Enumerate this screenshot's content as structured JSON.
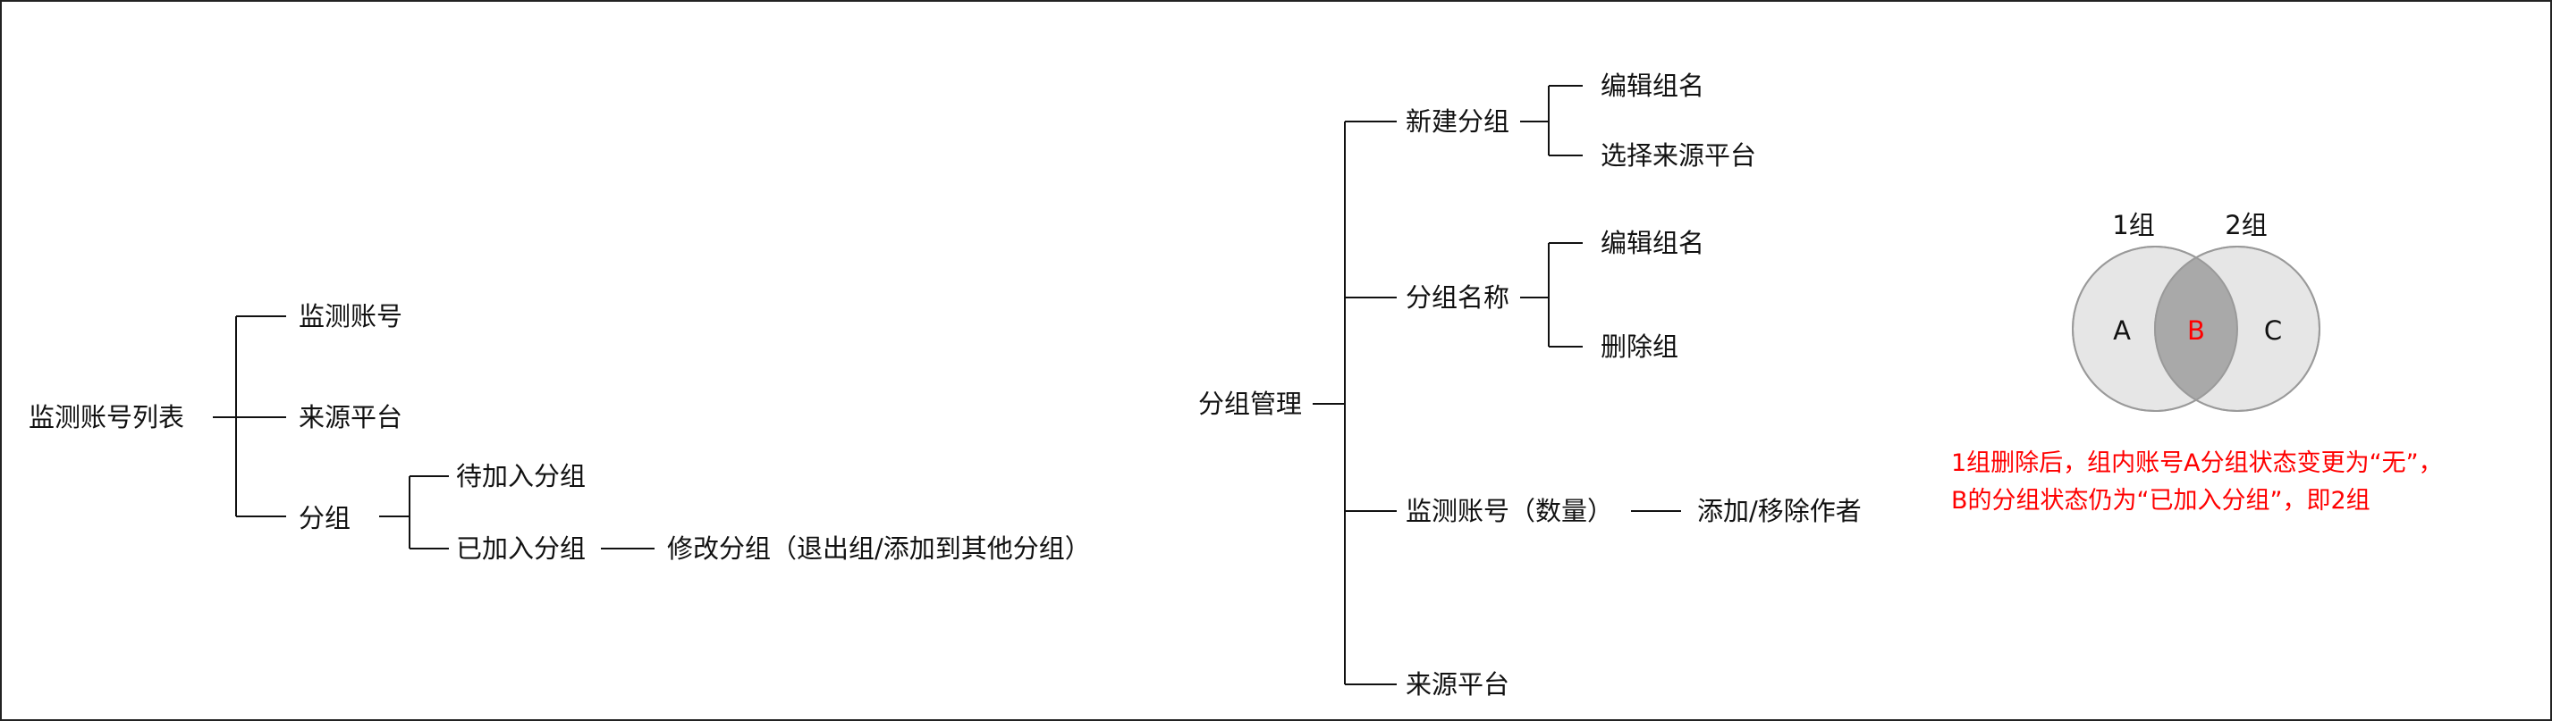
{
  "left_tree": {
    "root": "监测账号列表",
    "children": [
      "监测账号",
      "来源平台",
      "分组"
    ],
    "group_children": [
      "待加入分组",
      "已加入分组"
    ],
    "joined_action": "修改分组（退出组/添加到其他分组）"
  },
  "middle_tree": {
    "root": "分组管理",
    "new_group": "新建分组",
    "new_group_children": [
      "编辑组名",
      "选择来源平台"
    ],
    "group_name": "分组名称",
    "group_name_children": [
      "编辑组名",
      "删除组"
    ],
    "accounts": "监测账号（数量）",
    "accounts_action": "添加/移除作者",
    "source": "来源平台"
  },
  "venn": {
    "set1_label": "1组",
    "set2_label": "2组",
    "region_a": "A",
    "region_b": "B",
    "region_c": "C",
    "colors": {
      "circle_fill": "#e6e6e6",
      "intersection_fill": "#a9a9a9",
      "stroke": "#9a9a9a",
      "highlight_text": "#ff0000"
    }
  },
  "note": {
    "line1": "1组删除后，组内账号A分组状态变更为“无”，",
    "line2": "B的分组状态仍为“已加入分组”，即2组"
  }
}
